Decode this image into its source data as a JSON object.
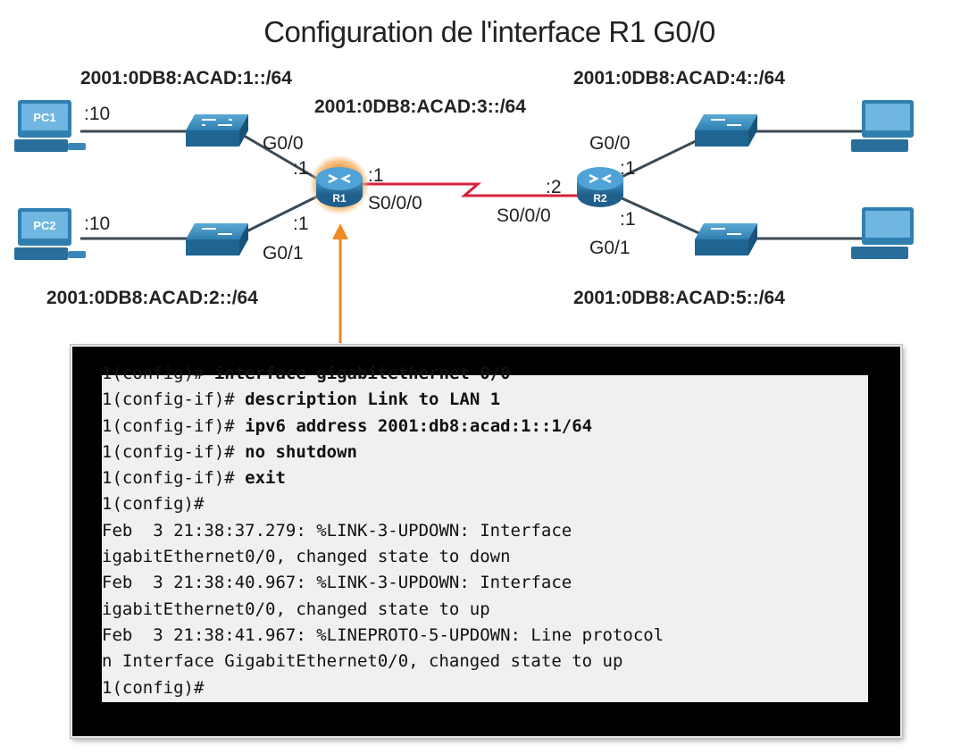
{
  "title": "Configuration de l'interface R1 G0/0",
  "networks": {
    "lan1": "2001:0DB8:ACAD:1::/64",
    "lan2": "2001:0DB8:ACAD:2::/64",
    "wan": "2001:0DB8:ACAD:3::/64",
    "lan4": "2001:0DB8:ACAD:4::/64",
    "lan5": "2001:0DB8:ACAD:5::/64"
  },
  "devices": {
    "pc1": "PC1",
    "pc2": "PC2",
    "r1": "R1",
    "r2": "R2"
  },
  "labels": {
    "pc1_host": ":10",
    "pc2_host": ":10",
    "r1_g00_name": "G0/0",
    "r1_g00_host": ":1",
    "r1_g01_name": "G0/1",
    "r1_g01_host": ":1",
    "r1_s000_host": ":1",
    "r1_s000_name": "S0/0/0",
    "r2_s000_host": ":2",
    "r2_s000_name": "S0/0/0",
    "r2_g00_name": "G0/0",
    "r2_g00_host": ":1",
    "r2_g01_host": ":1",
    "r2_g01_name": "G0/1"
  },
  "colors": {
    "highlight": "#f08a24",
    "serial_link": "#d8213a",
    "device_blue": "#2f7fb0",
    "terminal_bg": "#000000",
    "terminal_screen": "#f0f0f0"
  },
  "terminal": {
    "lines": [
      {
        "prompt": "1(config)# ",
        "cmd": "interface gigabitethernet 0/0"
      },
      {
        "prompt": "1(config-if)# ",
        "cmd": "description Link to LAN 1"
      },
      {
        "prompt": "1(config-if)# ",
        "cmd": "ipv6 address 2001:db8:acad:1::1/64"
      },
      {
        "prompt": "1(config-if)# ",
        "cmd": "no shutdown"
      },
      {
        "prompt": "1(config-if)# ",
        "cmd": "exit"
      },
      {
        "prompt": "1(config)#",
        "cmd": ""
      },
      {
        "prompt": "Feb  3 21:38:37.279: %LINK-3-UPDOWN: Interface",
        "cmd": ""
      },
      {
        "prompt": "igabitEthernet0/0, changed state to down",
        "cmd": ""
      },
      {
        "prompt": "Feb  3 21:38:40.967: %LINK-3-UPDOWN: Interface",
        "cmd": ""
      },
      {
        "prompt": "igabitEthernet0/0, changed state to up",
        "cmd": ""
      },
      {
        "prompt": "Feb  3 21:38:41.967: %LINEPROTO-5-UPDOWN: Line protocol",
        "cmd": ""
      },
      {
        "prompt": "n Interface GigabitEthernet0/0, changed state to up",
        "cmd": ""
      },
      {
        "prompt": "1(config)#",
        "cmd": ""
      }
    ]
  }
}
